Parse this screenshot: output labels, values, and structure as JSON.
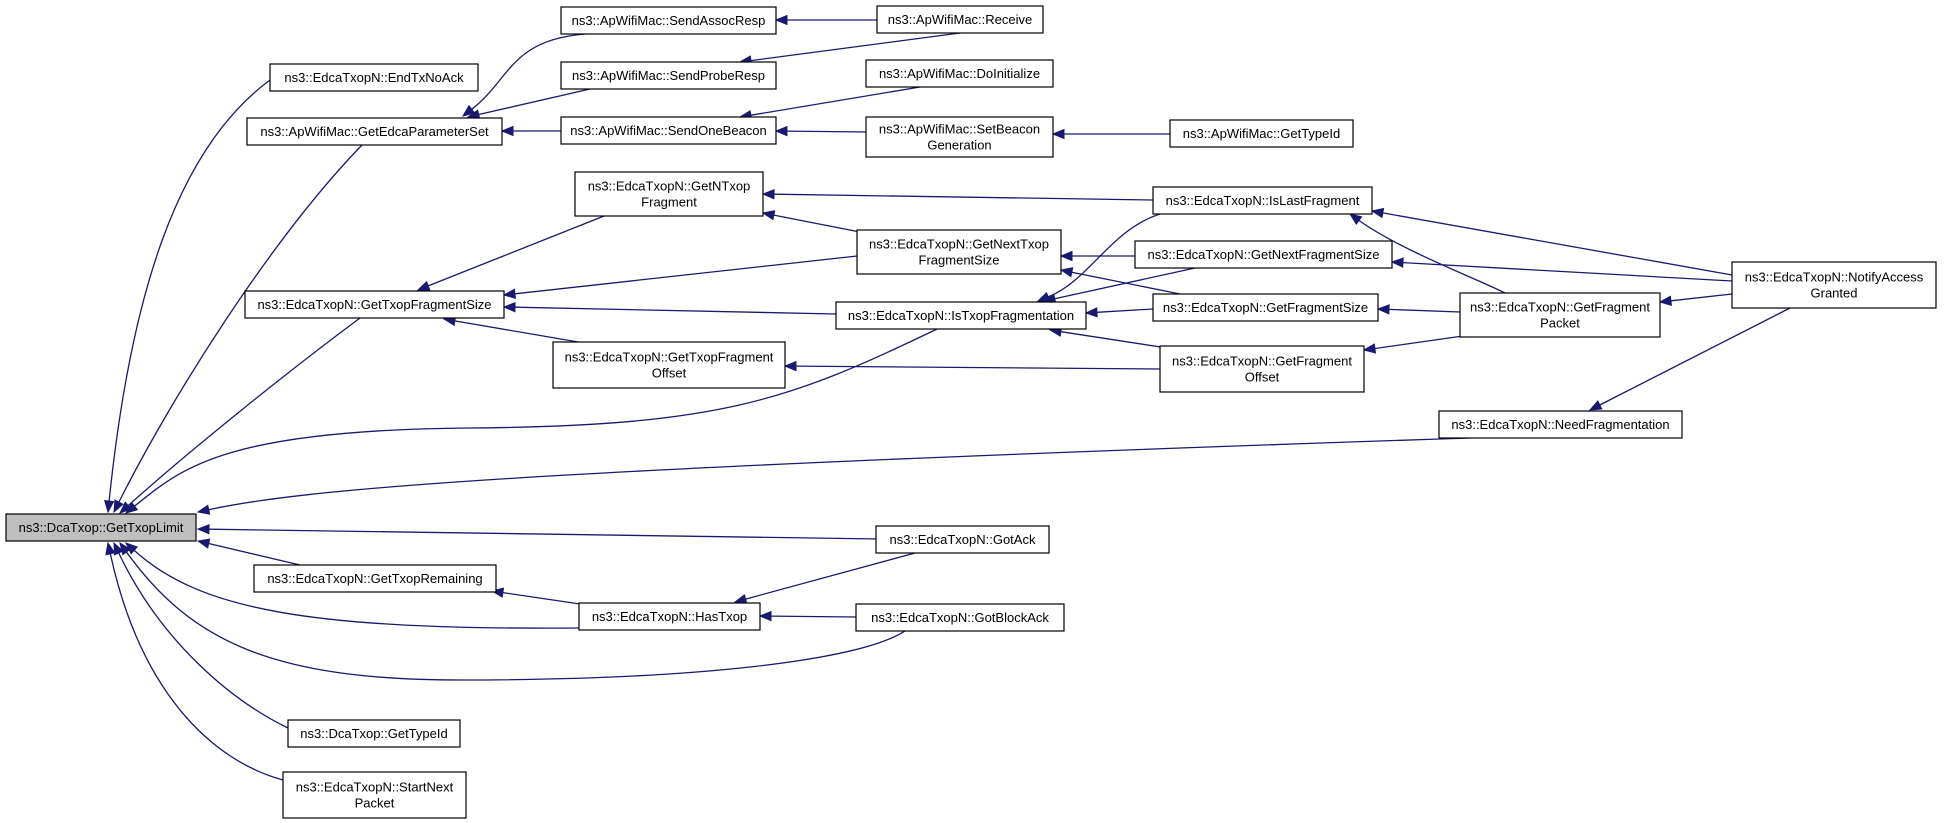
{
  "diagram": {
    "nodes": [
      {
        "id": "root",
        "lines": [
          "ns3::DcaTxop::GetTxopLimit"
        ],
        "root": true
      },
      {
        "id": "endTxNoAck",
        "lines": [
          "ns3::EdcaTxopN::EndTxNoAck"
        ]
      },
      {
        "id": "getEdcaParam",
        "lines": [
          "ns3::ApWifiMac::GetEdcaParameterSet"
        ]
      },
      {
        "id": "sendAssocResp",
        "lines": [
          "ns3::ApWifiMac::SendAssocResp"
        ]
      },
      {
        "id": "sendProbeResp",
        "lines": [
          "ns3::ApWifiMac::SendProbeResp"
        ]
      },
      {
        "id": "sendOneBeacon",
        "lines": [
          "ns3::ApWifiMac::SendOneBeacon"
        ]
      },
      {
        "id": "receive",
        "lines": [
          "ns3::ApWifiMac::Receive"
        ]
      },
      {
        "id": "doInitialize",
        "lines": [
          "ns3::ApWifiMac::DoInitialize"
        ]
      },
      {
        "id": "setBeaconGen",
        "lines": [
          "ns3::ApWifiMac::SetBeacon",
          "Generation"
        ]
      },
      {
        "id": "apGetTypeId",
        "lines": [
          "ns3::ApWifiMac::GetTypeId"
        ]
      },
      {
        "id": "getTxopFragSize",
        "lines": [
          "ns3::EdcaTxopN::GetTxopFragmentSize"
        ]
      },
      {
        "id": "getNTxopFrag",
        "lines": [
          "ns3::EdcaTxopN::GetNTxop",
          "Fragment"
        ]
      },
      {
        "id": "getNextTxopFragSize",
        "lines": [
          "ns3::EdcaTxopN::GetNextTxop",
          "FragmentSize"
        ]
      },
      {
        "id": "isTxopFrag",
        "lines": [
          "ns3::EdcaTxopN::IsTxopFragmentation"
        ]
      },
      {
        "id": "getTxopFragOffset",
        "lines": [
          "ns3::EdcaTxopN::GetTxopFragment",
          "Offset"
        ]
      },
      {
        "id": "isLastFrag",
        "lines": [
          "ns3::EdcaTxopN::IsLastFragment"
        ]
      },
      {
        "id": "getNextFragSize",
        "lines": [
          "ns3::EdcaTxopN::GetNextFragmentSize"
        ]
      },
      {
        "id": "getFragSize",
        "lines": [
          "ns3::EdcaTxopN::GetFragmentSize"
        ]
      },
      {
        "id": "getFragOffset",
        "lines": [
          "ns3::EdcaTxopN::GetFragment",
          "Offset"
        ]
      },
      {
        "id": "getFragPacket",
        "lines": [
          "ns3::EdcaTxopN::GetFragment",
          "Packet"
        ]
      },
      {
        "id": "notifyAccess",
        "lines": [
          "ns3::EdcaTxopN::NotifyAccess",
          "Granted"
        ]
      },
      {
        "id": "needFrag",
        "lines": [
          "ns3::EdcaTxopN::NeedFragmentation"
        ]
      },
      {
        "id": "gotAck",
        "lines": [
          "ns3::EdcaTxopN::GotAck"
        ]
      },
      {
        "id": "getTxopRemaining",
        "lines": [
          "ns3::EdcaTxopN::GetTxopRemaining"
        ]
      },
      {
        "id": "hasTxop",
        "lines": [
          "ns3::EdcaTxopN::HasTxop"
        ]
      },
      {
        "id": "gotBlockAck",
        "lines": [
          "ns3::EdcaTxopN::GotBlockAck"
        ]
      },
      {
        "id": "dcaGetTypeId",
        "lines": [
          "ns3::DcaTxop::GetTypeId"
        ]
      },
      {
        "id": "startNextPacket",
        "lines": [
          "ns3::EdcaTxopN::StartNext",
          "Packet"
        ]
      }
    ]
  }
}
